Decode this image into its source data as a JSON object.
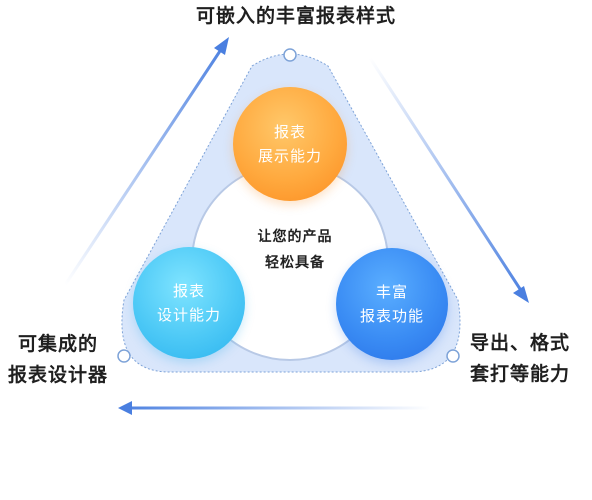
{
  "captions": {
    "top": "可嵌入的丰富报表样式",
    "right": [
      "导出、格式",
      "套打等能力"
    ],
    "left": [
      "可集成的",
      "报表设计器"
    ]
  },
  "center": [
    "让您的产品",
    "轻松具备"
  ],
  "bubbles": {
    "orange": [
      "报表",
      "展示能力"
    ],
    "cyan": [
      "报表",
      "设计能力"
    ],
    "blue": [
      "丰富",
      "报表功能"
    ]
  },
  "colors": {
    "triangle_fill": "#d9e6fb",
    "triangle_border": "#7ea3d8",
    "arrow": "#4a7fe0",
    "orange": "#ffa93e",
    "cyan": "#4dc9f6",
    "blue": "#3a8cf4"
  }
}
